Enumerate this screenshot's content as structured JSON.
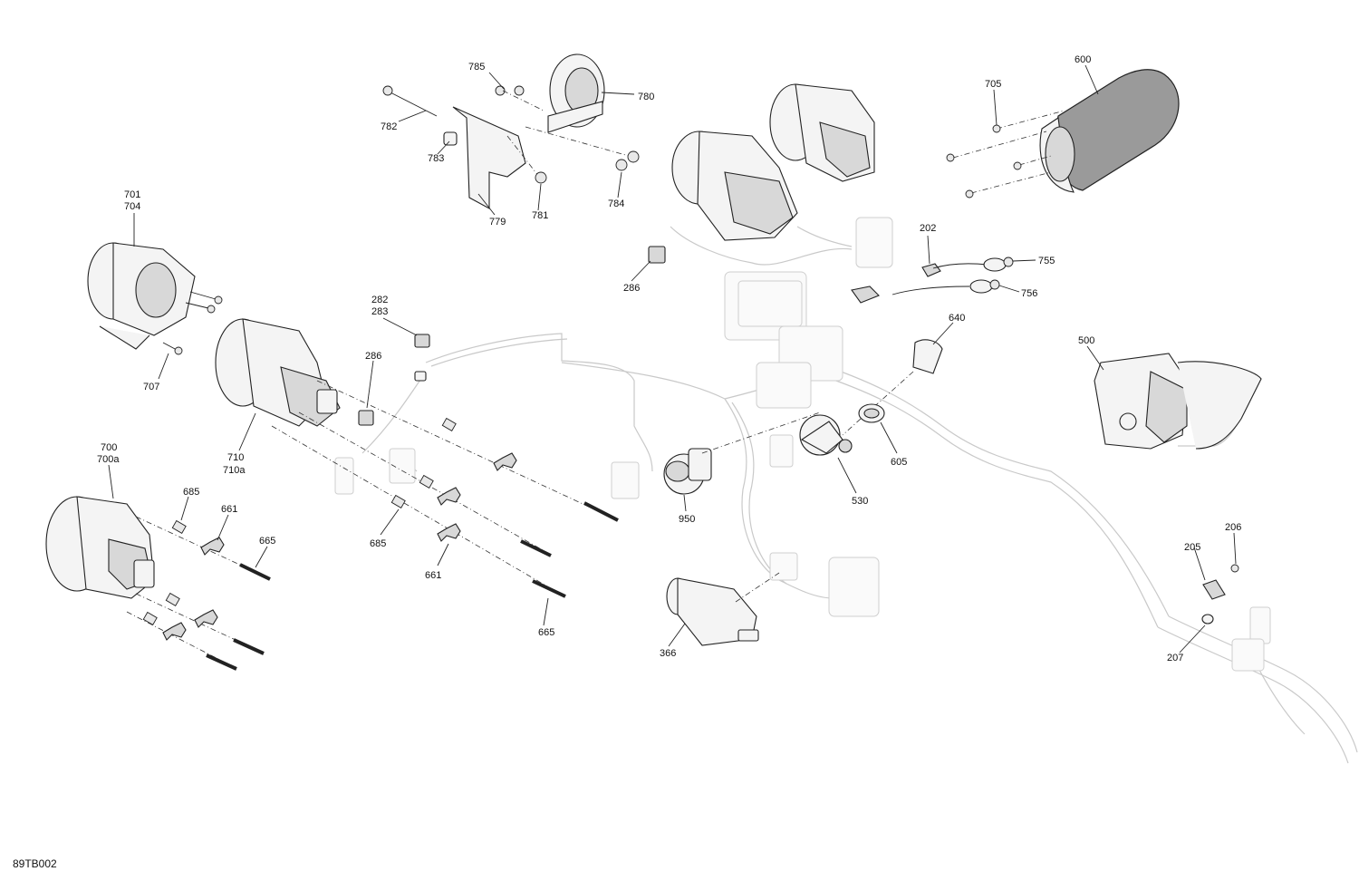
{
  "diagram": {
    "reference_code": "89TB002",
    "callouts": [
      {
        "id": "c600",
        "text": "600"
      },
      {
        "id": "c705",
        "text": "705"
      },
      {
        "id": "c785",
        "text": "785"
      },
      {
        "id": "c780",
        "text": "780"
      },
      {
        "id": "c782",
        "text": "782"
      },
      {
        "id": "c783",
        "text": "783"
      },
      {
        "id": "c784",
        "text": "784"
      },
      {
        "id": "c781",
        "text": "781"
      },
      {
        "id": "c779",
        "text": "779"
      },
      {
        "id": "c701",
        "text": "701"
      },
      {
        "id": "c704",
        "text": "704"
      },
      {
        "id": "c707",
        "text": "707"
      },
      {
        "id": "c286a",
        "text": "286"
      },
      {
        "id": "c286b",
        "text": "286"
      },
      {
        "id": "c282",
        "text": "282"
      },
      {
        "id": "c283",
        "text": "283"
      },
      {
        "id": "c202",
        "text": "202"
      },
      {
        "id": "c755",
        "text": "755"
      },
      {
        "id": "c756",
        "text": "756"
      },
      {
        "id": "c640",
        "text": "640"
      },
      {
        "id": "c500",
        "text": "500"
      },
      {
        "id": "c710",
        "text": "710"
      },
      {
        "id": "c710a",
        "text": "710a"
      },
      {
        "id": "c700",
        "text": "700"
      },
      {
        "id": "c700a",
        "text": "700a"
      },
      {
        "id": "c685a",
        "text": "685"
      },
      {
        "id": "c685b",
        "text": "685"
      },
      {
        "id": "c661a",
        "text": "661"
      },
      {
        "id": "c661b",
        "text": "661"
      },
      {
        "id": "c665a",
        "text": "665"
      },
      {
        "id": "c665b",
        "text": "665"
      },
      {
        "id": "c950",
        "text": "950"
      },
      {
        "id": "c605",
        "text": "605"
      },
      {
        "id": "c530",
        "text": "530"
      },
      {
        "id": "c366",
        "text": "366"
      },
      {
        "id": "c206",
        "text": "206"
      },
      {
        "id": "c205",
        "text": "205"
      },
      {
        "id": "c207",
        "text": "207"
      }
    ]
  }
}
